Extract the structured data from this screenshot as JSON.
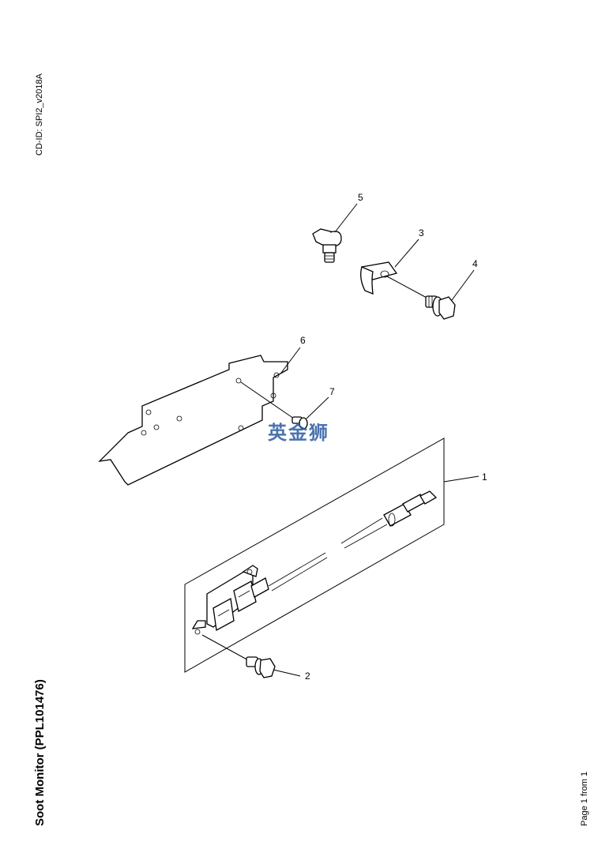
{
  "header": {
    "cd_id": "CD-ID: SPI2_v2018A"
  },
  "footer": {
    "title": "Soot Monitor (PPL101476)",
    "page": "Page 1 from 1"
  },
  "watermark": "英金狮",
  "callouts": [
    "1",
    "2",
    "3",
    "4",
    "5",
    "6",
    "7"
  ]
}
